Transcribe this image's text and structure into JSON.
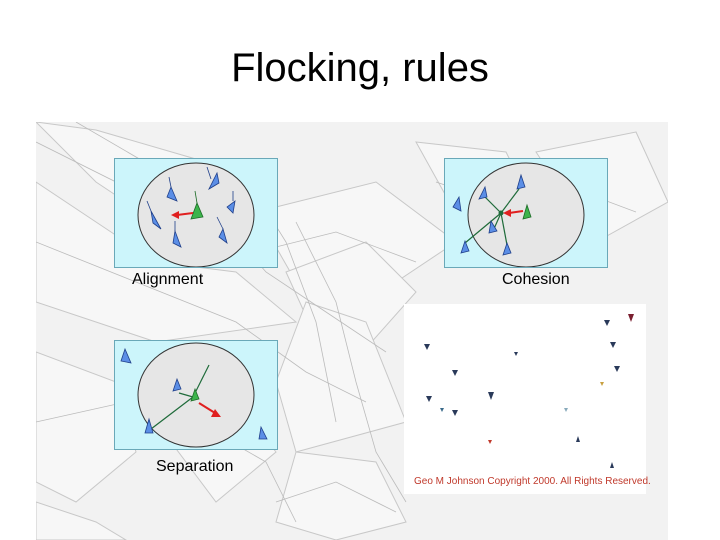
{
  "slide": {
    "title": "Flocking, rules"
  },
  "panels": {
    "alignment": {
      "label": "Alignment"
    },
    "cohesion": {
      "label": "Cohesion"
    },
    "separation": {
      "label": "Separation"
    }
  },
  "simulation": {
    "copyright": "Geo M Johnson Copyright 2000. All Rights Reserved."
  },
  "colors": {
    "panel_bg": "#ccf5fb",
    "circle_fill": "#e6e6e6",
    "boid_blue": "#5b8ee6",
    "boid_green": "#3cb44b",
    "arrow_red": "#e02020"
  }
}
